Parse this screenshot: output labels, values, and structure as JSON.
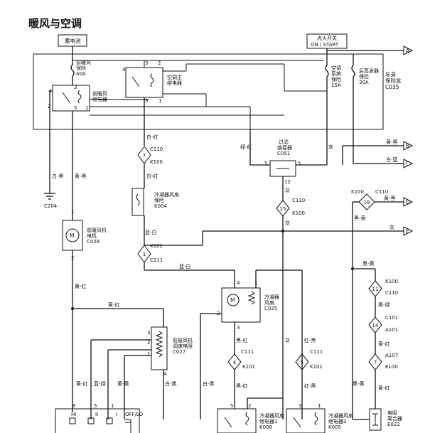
{
  "title": "暖风与空调",
  "top": {
    "battery": "蓄电池",
    "ignition_line1": "点火开关",
    "ignition_line2": "ON / START",
    "arrow_a": "A"
  },
  "fuse_box": {
    "label_line1": "车身",
    "label_line2": "保险盒",
    "label_line3": "C035",
    "front_fuse_line1": "前暖风",
    "front_fuse_line2": "保险",
    "front_fuse_rating": "40A",
    "front_relay_line1": "前暖风",
    "front_relay_line2": "继电器",
    "ac_relay_line1": "空调主",
    "ac_relay_line2": "继电器",
    "ac_fuse_line1": "空调",
    "ac_fuse_line2": "系统",
    "ac_fuse_line3": "保险",
    "ac_fuse_rating": "15A",
    "rear_fuse_line1": "后蒸发器",
    "rear_fuse_line2": "保险",
    "rear_fuse_rating": "30A",
    "pins": {
      "p1": "1",
      "p2": "2",
      "p3": "3",
      "p4": "4",
      "p5": "5",
      "q1": "1",
      "q2": "2",
      "q3": "3",
      "q4": "4",
      "q5": "5"
    }
  },
  "wires": {
    "white_red": "白-红",
    "white_black": "白-黑",
    "yellow_black": "黄-黑",
    "green_red": "绿-红",
    "grey": "灰",
    "grey2": "灰",
    "grey3": "灰",
    "grey4": "灰",
    "yellow_black_out": "黄-黑",
    "white_blue": "白-蓝",
    "black_yellow": "黑-黄",
    "grey_out": "灰",
    "blue_white": "蓝-白",
    "blue_white2": "蓝-白",
    "yellow_red": "黄-红",
    "yellow_red2": "黄-红",
    "yellow_red3": "黄-红",
    "blue_green": "蓝-绿",
    "yellow_blue": "黄-黄",
    "white_black2": "白-黑",
    "white_black3": "白-黑",
    "black_red": "黑-红",
    "red_black": "红-黑",
    "black_red2": "黑-红",
    "red_black2": "红-黑",
    "black_yellow2": "黑-黄",
    "black_green": "黑-绿",
    "yellow_red4": "黄-红",
    "black_yellow3": "黑-黄",
    "yellow_red5": "黄-红",
    "white_red2": "白-红"
  },
  "ground": {
    "label": "C204"
  },
  "connectors": {
    "c7_top": {
      "num": "7",
      "above": "C110",
      "below": "K100"
    },
    "c1": {
      "num": "1",
      "above": "K101",
      "below": "C111"
    },
    "c15": {
      "num": "15",
      "above": "C110",
      "below": "K100"
    },
    "c18": {
      "num": "18",
      "left": "K100",
      "right": "C110"
    },
    "c4": {
      "num": "4",
      "above": "C111",
      "below": "K101"
    },
    "c5": {
      "num": "5",
      "above": "C111",
      "below": "K101"
    },
    "c11": {
      "num": "11",
      "above": "K100",
      "below": "C110"
    },
    "c14": {
      "num": "14",
      "above": "C101",
      "below": "A101"
    },
    "c7_bot": {
      "num": "7",
      "above": "A107",
      "below": "E100"
    }
  },
  "components": {
    "front_motor_line1": "前暖风机",
    "front_motor_line2": "电机",
    "front_motor_line3": "C028",
    "cond_fuse_line1": "冷凝器风扇",
    "cond_fuse_line2": "保险",
    "cond_fuse_line3": "K004",
    "filter_line1": "过滤",
    "filter_line2": "熔接器",
    "filter_line3": "C051",
    "cond_fan_line1": "冷凝器",
    "cond_fan_line2": "风扇",
    "cond_fan_line3": "C025",
    "blower_res_line1": "前鼓风机",
    "blower_res_line2": "调速电阻",
    "blower_res_line3": "C027",
    "relay1_line1": "冷凝器风扇",
    "relay1_line2": "继电器1",
    "relay1_line3": "K008",
    "relay2_line1": "冷凝器风扇",
    "relay2_line2": "继电器2",
    "relay2_line3": "K005",
    "diode_line1": "电吸",
    "diode_line2": "离合器",
    "diode_line3": "E022",
    "switch_hi": "HI",
    "switch_ii": "II",
    "switch_i": "I",
    "switch_off": "OFF/LO",
    "motor_m": "M",
    "fan_m": "M"
  },
  "outputs": {
    "a": "A",
    "b": "B",
    "c": "C",
    "d": "D",
    "e": "E"
  }
}
